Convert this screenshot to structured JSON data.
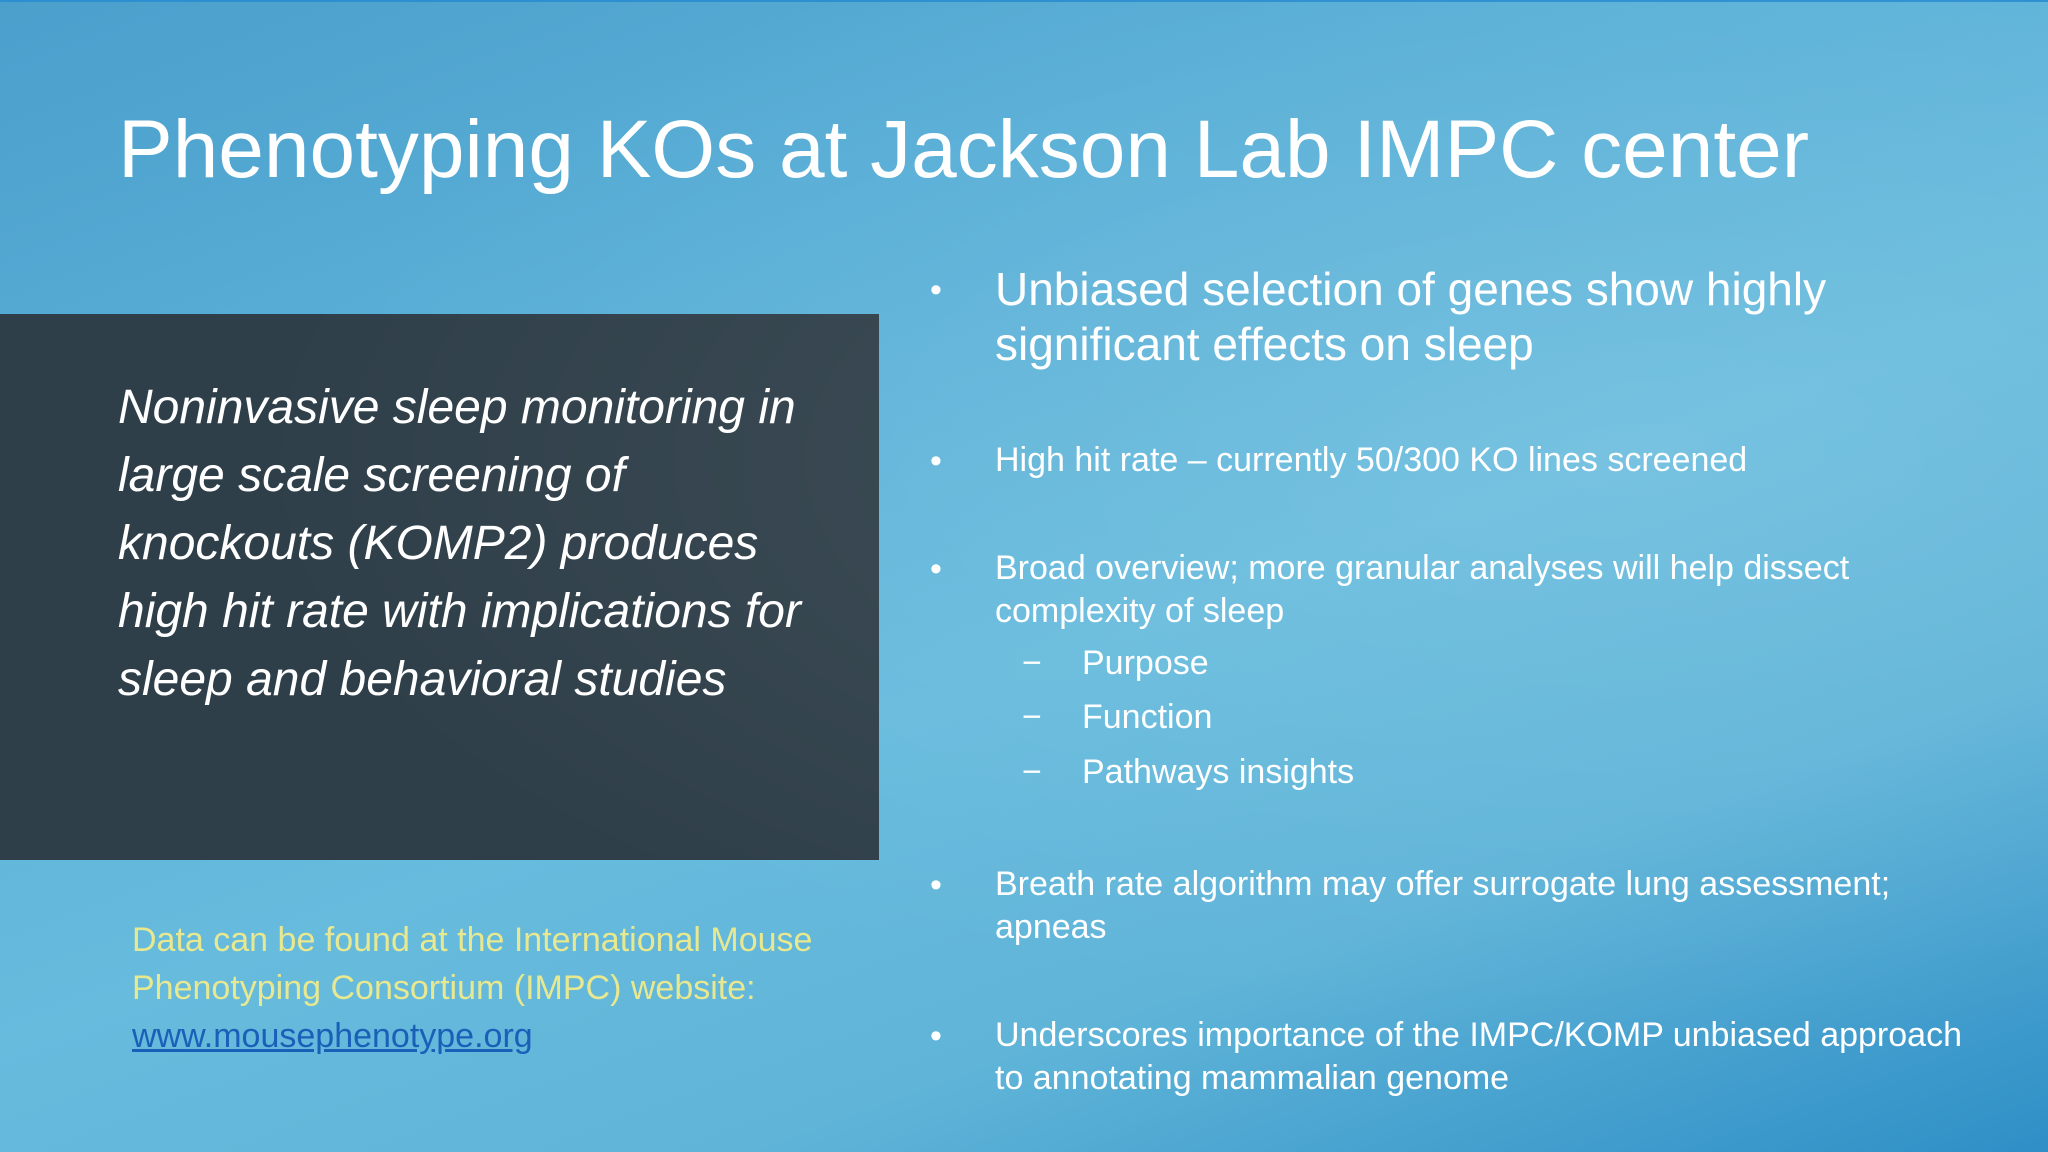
{
  "slide": {
    "title_part1": "Phenotyping",
    "title_part2": "KOs at Jackson Lab IMPC center",
    "summary": "Noninvasive sleep monitoring in large scale screening of knockouts (KOMP2) produces high hit rate with implications for sleep and behavioral studies",
    "source_text": "Data can be found at the International Mouse Phenotyping Consortium (IMPC) website:",
    "source_link": "www.mousephenotype.org",
    "bullets": [
      "Unbiased selection of genes show highly significant effects on sleep",
      "High hit rate – currently 50/300 KO lines screened",
      "Broad overview; more granular analyses will help dissect complexity of sleep",
      "Breath rate algorithm may offer surrogate lung assessment; apneas",
      "Underscores importance of the IMPC/KOMP unbiased approach to annotating mammalian genome"
    ],
    "sub_bullets": [
      "Purpose",
      "Function",
      "Pathways insights"
    ],
    "bullet_marker": "•",
    "sub_marker": "−"
  }
}
